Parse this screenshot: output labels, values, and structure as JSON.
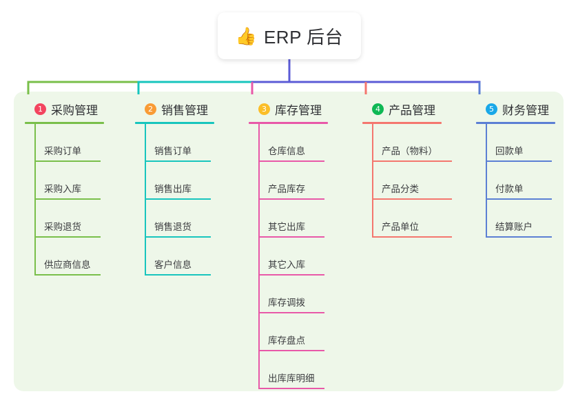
{
  "diagram": {
    "type": "mind-map",
    "title": "ERP 后台",
    "background_color": "#eef7e9",
    "root": {
      "emoji": "👍",
      "emoji_name": "thumbs-up-emoji",
      "label": "ERP 后台"
    },
    "bus_color": "#5b5bd6",
    "branches": [
      {
        "index": "1",
        "title": "采购管理",
        "badge_color": "#f3455f",
        "line_color": "#79bf4a",
        "items": [
          "采购订单",
          "采购入库",
          "采购退货",
          "供应商信息"
        ]
      },
      {
        "index": "2",
        "title": "销售管理",
        "badge_color": "#f99b35",
        "line_color": "#17c5bd",
        "items": [
          "销售订单",
          "销售出库",
          "销售退货",
          "客户信息"
        ]
      },
      {
        "index": "3",
        "title": "库存管理",
        "badge_color": "#fbbe28",
        "line_color": "#e858a8",
        "items": [
          "仓库信息",
          "产品库存",
          "其它出库",
          "其它入库",
          "库存调拨",
          "库存盘点",
          "出库库明细"
        ]
      },
      {
        "index": "4",
        "title": "产品管理",
        "badge_color": "#0eb854",
        "line_color": "#f4766e",
        "items": [
          "产品（物料）",
          "产品分类",
          "产品单位"
        ]
      },
      {
        "index": "5",
        "title": "财务管理",
        "badge_color": "#19a8e8",
        "line_color": "#5b7fd4",
        "items": [
          "回款单",
          "付款单",
          "结算账户"
        ]
      }
    ]
  }
}
